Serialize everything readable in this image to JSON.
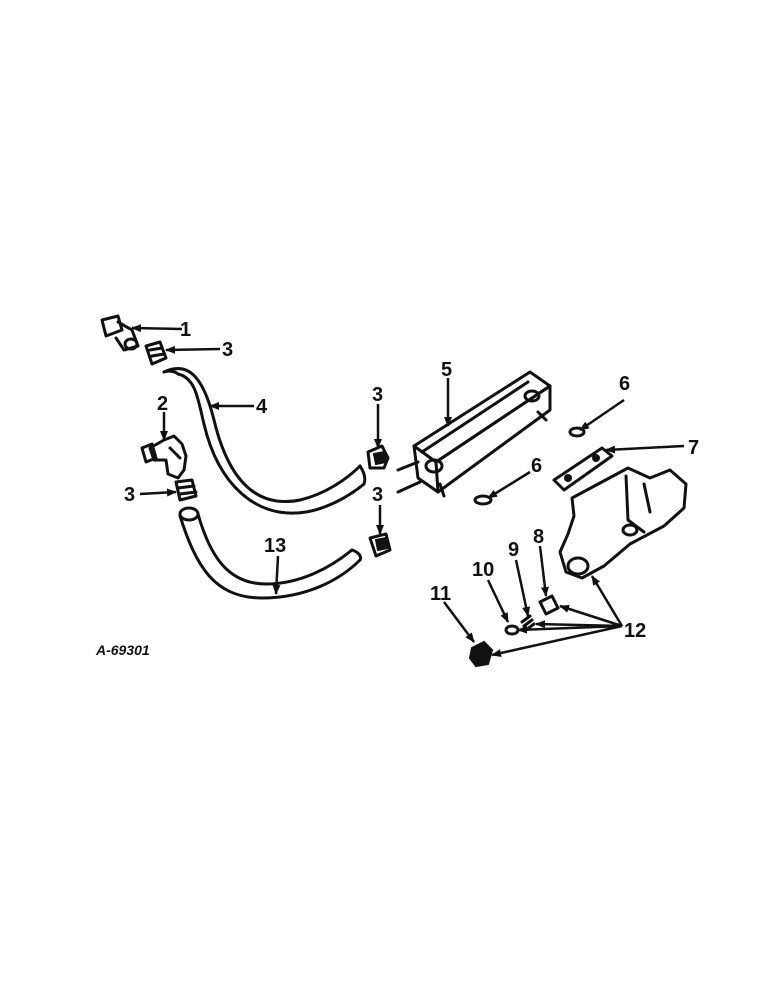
{
  "diagram": {
    "reference_code": "A-69301",
    "callouts": {
      "c1": "1",
      "c2": "2",
      "c3a": "3",
      "c3b": "3",
      "c3c": "3",
      "c3d": "3",
      "c4": "4",
      "c5": "5",
      "c6a": "6",
      "c6b": "6",
      "c7": "7",
      "c8": "8",
      "c9": "9",
      "c10": "10",
      "c11": "11",
      "c12": "12",
      "c13": "13"
    }
  }
}
